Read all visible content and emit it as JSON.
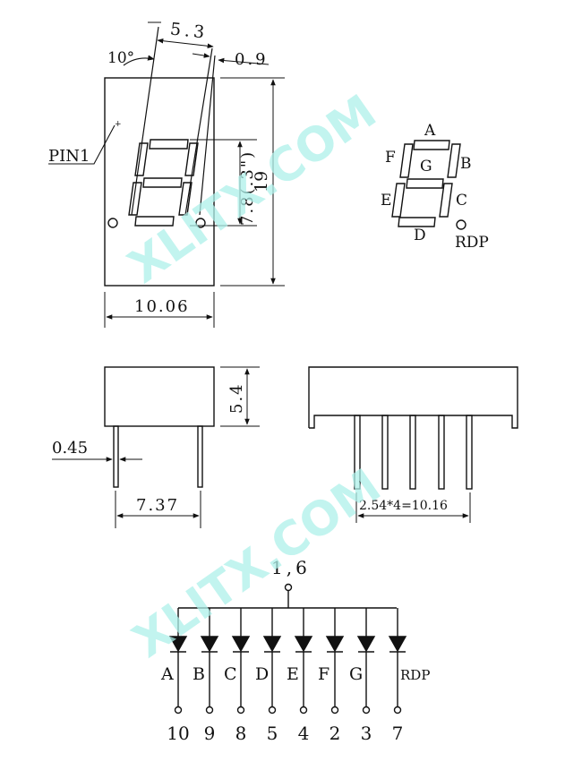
{
  "watermark": "XLITX.COM",
  "front_view": {
    "angle": "10°",
    "digit_width": "5.3",
    "offset": "0.9",
    "pin_label": "PIN1",
    "digit_height": "7.8(.3\")",
    "height": "19",
    "width": "10.06"
  },
  "segment_map": {
    "a": "A",
    "b": "B",
    "c": "C",
    "d": "D",
    "e": "E",
    "f": "F",
    "g": "G",
    "dp": "RDP"
  },
  "side_view": {
    "body_height": "5.4",
    "pin_width": "0.45",
    "row_spacing": "7.37"
  },
  "bottom_view": {
    "pitch": "2.54*4=10.16"
  },
  "circuit": {
    "common_pins": "1,6",
    "channels": [
      {
        "segment": "A",
        "pin": "10"
      },
      {
        "segment": "B",
        "pin": "9"
      },
      {
        "segment": "C",
        "pin": "8"
      },
      {
        "segment": "D",
        "pin": "5"
      },
      {
        "segment": "E",
        "pin": "4"
      },
      {
        "segment": "F",
        "pin": "2"
      },
      {
        "segment": "G",
        "pin": "3"
      },
      {
        "segment": "RDP",
        "pin": "7"
      }
    ]
  },
  "colors": {
    "line": "#111111",
    "watermark": "#aef0ea"
  }
}
